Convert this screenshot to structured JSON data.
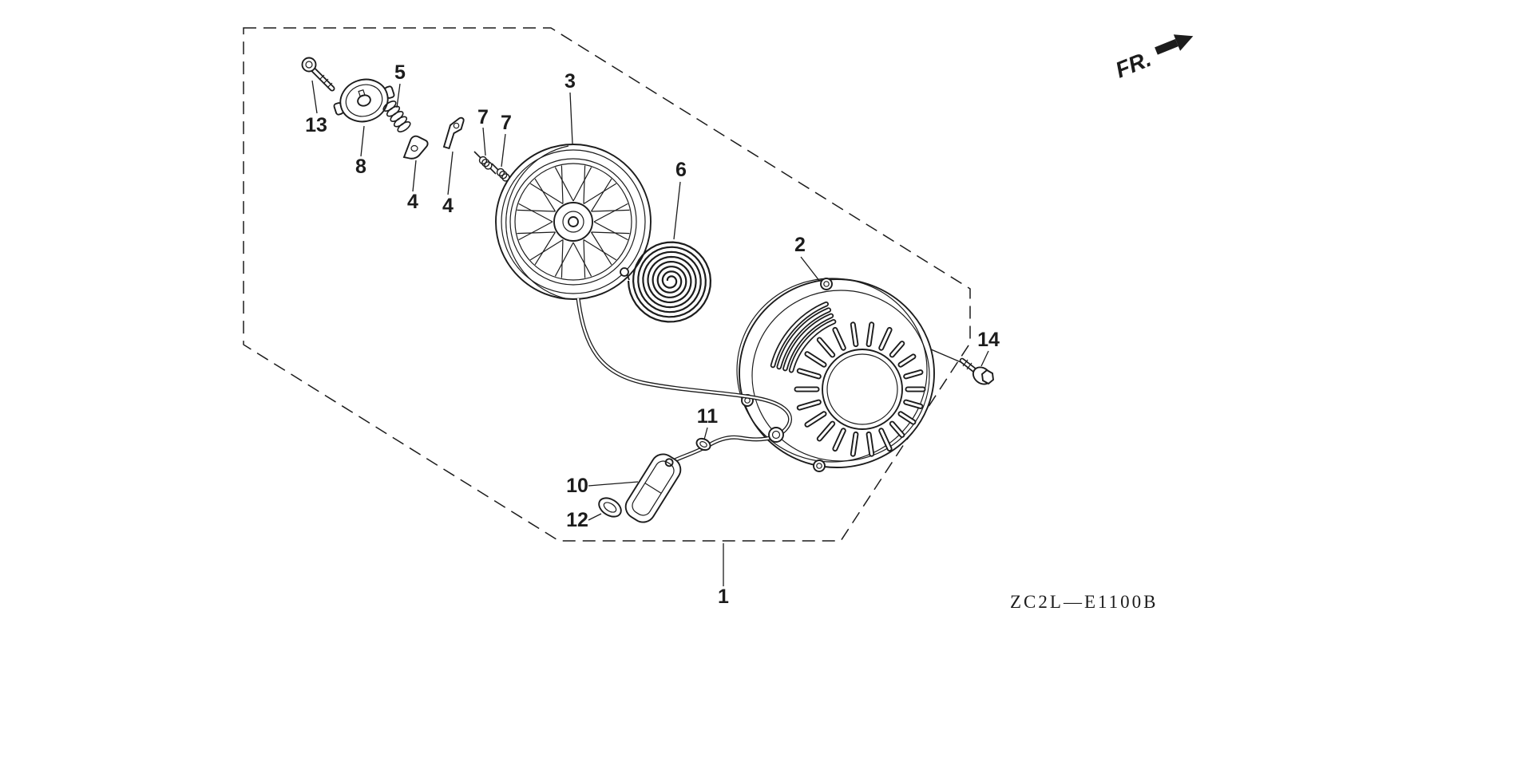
{
  "diagram": {
    "background": "#ffffff",
    "ink": "#1c1c1c",
    "code": "ZC2L—E1100B",
    "fr": "FR.",
    "labels": {
      "l1": "1",
      "l2": "2",
      "l3": "3",
      "l4a": "4",
      "l4b": "4",
      "l5": "5",
      "l6": "6",
      "l7a": "7",
      "l7b": "7",
      "l8": "8",
      "l10": "10",
      "l11": "11",
      "l12": "12",
      "l13": "13",
      "l14": "14"
    }
  }
}
